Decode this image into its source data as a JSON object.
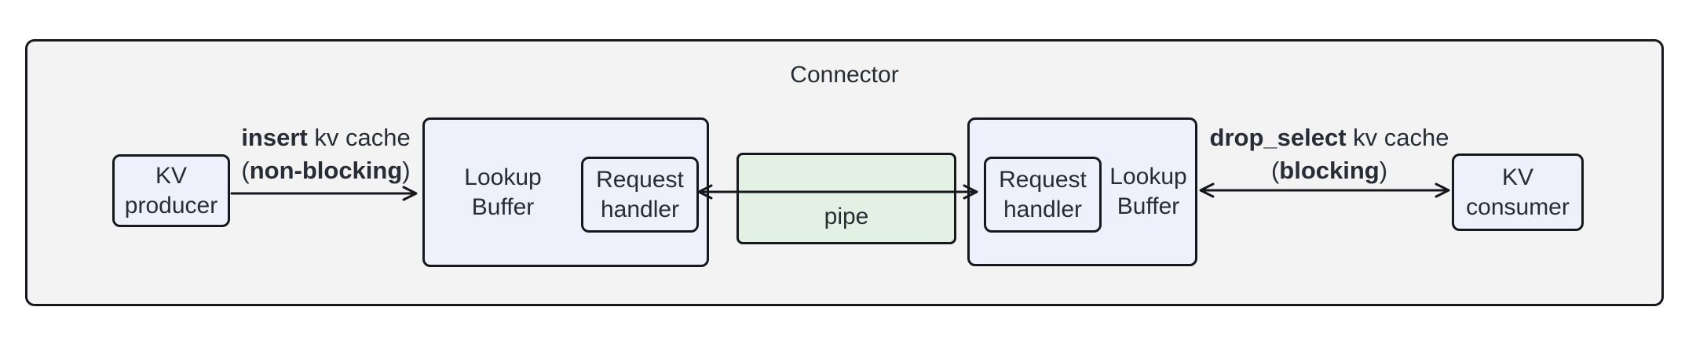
{
  "diagram": {
    "title": "Connector",
    "colors": {
      "container_fill": "#f2f3f2",
      "node_fill": "#eef1fb",
      "pipe_fill": "#e3f1e4",
      "border": "#16181d",
      "text": "#272c35"
    },
    "nodes": {
      "kv_producer": {
        "line1": "KV",
        "line2": "producer"
      },
      "lookup_buffer_left": {
        "line1": "Lookup",
        "line2": "Buffer"
      },
      "request_handler_left": {
        "line1": "Request",
        "line2": "handler"
      },
      "pipe": {
        "label": "pipe"
      },
      "request_handler_right": {
        "line1": "Request",
        "line2": "handler"
      },
      "lookup_buffer_right": {
        "line1": "Lookup",
        "line2": "Buffer"
      },
      "kv_consumer": {
        "line1": "KV",
        "line2": "consumer"
      }
    },
    "arrow_labels": {
      "insert": {
        "line1": [
          {
            "t": "insert",
            "b": true
          },
          {
            "t": " kv cache",
            "b": false
          }
        ],
        "line2": [
          {
            "t": "(",
            "b": false
          },
          {
            "t": "non-blocking",
            "b": true
          },
          {
            "t": ")",
            "b": false
          }
        ]
      },
      "drop_select": {
        "line1": [
          {
            "t": "drop_select",
            "b": true
          },
          {
            "t": " kv cache",
            "b": false
          }
        ],
        "line2": [
          {
            "t": "(",
            "b": false
          },
          {
            "t": "blocking",
            "b": true
          },
          {
            "t": ")",
            "b": false
          }
        ]
      }
    }
  }
}
